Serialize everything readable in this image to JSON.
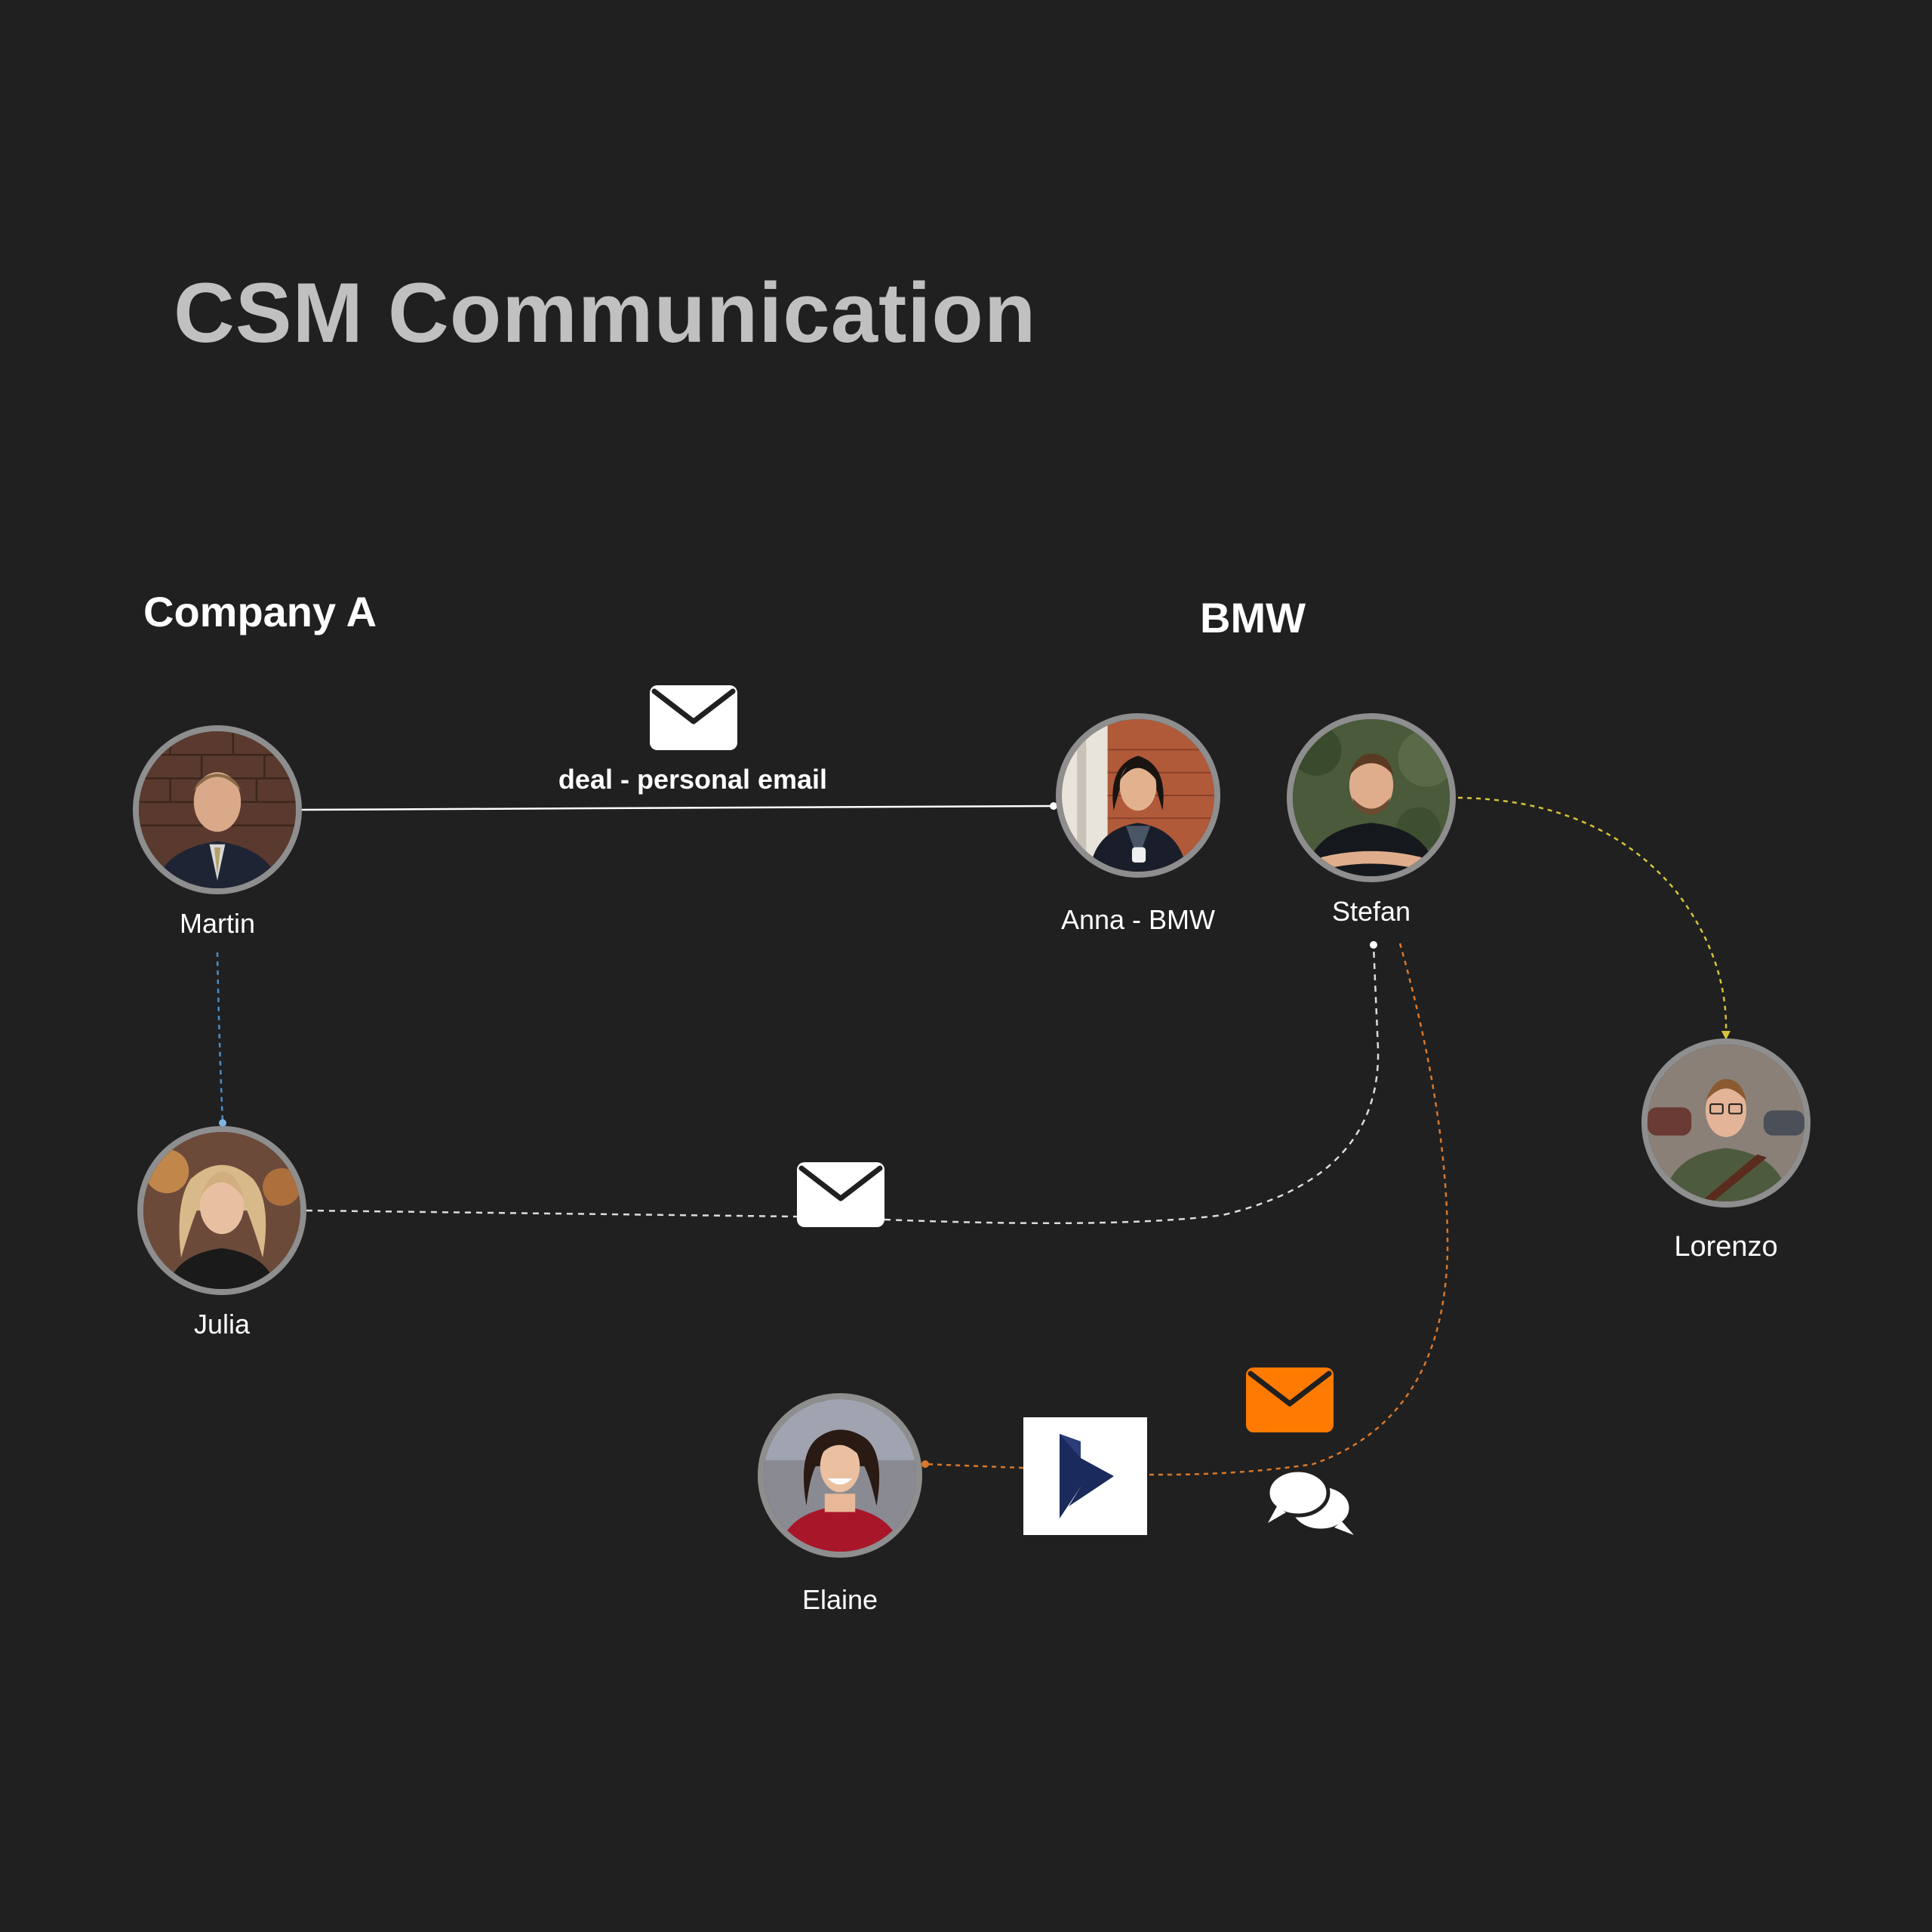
{
  "title": "CSM Communication",
  "groups": {
    "company_a": "Company A",
    "bmw": "BMW"
  },
  "people": {
    "martin": "Martin",
    "julia": "Julia",
    "anna": "Anna - BMW",
    "stefan": "Stefan",
    "lorenzo": "Lorenzo",
    "elaine": "Elaine"
  },
  "connections": {
    "martin_anna_label": "deal - personal email"
  },
  "icons": {
    "email": "envelope-icon",
    "crm": "dynamics-logo-icon",
    "chat": "chat-bubbles-icon"
  },
  "colors": {
    "background": "#202020",
    "title": "#c0c0c0",
    "avatar_ring": "#8e8e8e",
    "email_white": "#ffffff",
    "email_orange": "#ff7a00",
    "link_blue": "#4a90c8",
    "link_yellow": "#d6c43a",
    "link_orange": "#d9782a",
    "dynamics_navy": "#1b2a5c"
  }
}
